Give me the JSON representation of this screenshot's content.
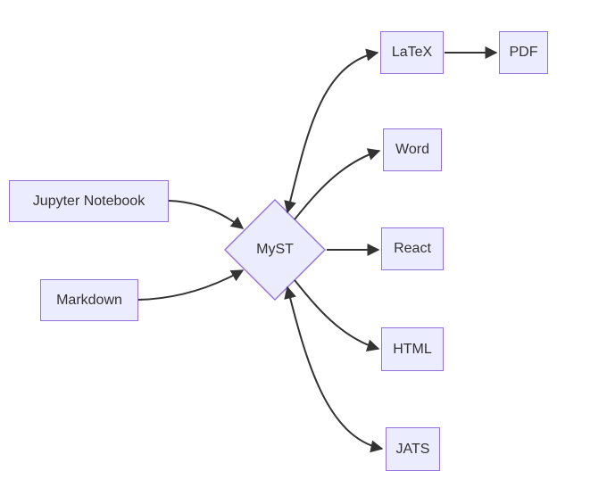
{
  "diagram": {
    "type": "flowchart",
    "direction": "LR",
    "nodes": [
      {
        "id": "jupyter-notebook",
        "label": "Jupyter Notebook",
        "shape": "rectangle"
      },
      {
        "id": "markdown",
        "label": "Markdown",
        "shape": "rectangle"
      },
      {
        "id": "myst",
        "label": "MyST",
        "shape": "diamond"
      },
      {
        "id": "latex",
        "label": "LaTeX",
        "shape": "rectangle"
      },
      {
        "id": "pdf",
        "label": "PDF",
        "shape": "rectangle"
      },
      {
        "id": "word",
        "label": "Word",
        "shape": "rectangle"
      },
      {
        "id": "react",
        "label": "React",
        "shape": "rectangle"
      },
      {
        "id": "html",
        "label": "HTML",
        "shape": "rectangle"
      },
      {
        "id": "jats",
        "label": "JATS",
        "shape": "rectangle"
      }
    ],
    "edges": [
      {
        "from": "Jupyter Notebook",
        "to": "MyST",
        "arrow": "->"
      },
      {
        "from": "Markdown",
        "to": "MyST",
        "arrow": "->"
      },
      {
        "from": "MyST",
        "to": "LaTeX",
        "arrow": "<->"
      },
      {
        "from": "LaTeX",
        "to": "PDF",
        "arrow": "->"
      },
      {
        "from": "MyST",
        "to": "Word",
        "arrow": "->"
      },
      {
        "from": "MyST",
        "to": "React",
        "arrow": "->"
      },
      {
        "from": "MyST",
        "to": "HTML",
        "arrow": "->"
      },
      {
        "from": "MyST",
        "to": "JATS",
        "arrow": "<->"
      }
    ],
    "colors": {
      "node-fill": "#ECECFF",
      "node-border": "#9370DB",
      "edge-stroke": "#333333",
      "text": "#333333",
      "background": "#FFFFFF"
    }
  }
}
